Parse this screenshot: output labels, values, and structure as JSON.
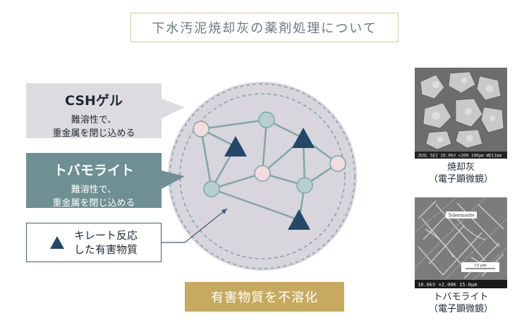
{
  "title": "下水汚泥焼却灰の薬剤処理について",
  "callouts": {
    "csh": {
      "heading": "CSHゲル",
      "line1": "難溶性で、",
      "line2": "重金属を閉じ込める"
    },
    "tobermorite": {
      "heading": "トバモライト",
      "line1": "難溶性で、",
      "line2": "重金属を閉じ込める"
    },
    "chelate": {
      "line1": "キレート反応",
      "line2": "した有害物質"
    }
  },
  "banner": "有害物質を不溶化",
  "photos": [
    {
      "caption_line1": "焼却灰",
      "caption_line2": "（電子顕微鏡）",
      "overlay": "JEOL SEI  20.0kV  ×200  100μm  WD11mm"
    },
    {
      "caption_line1": "トバモライト",
      "caption_line2": "（電子顕微鏡）",
      "label": "Tobermorite",
      "scale": "15 μm",
      "overlay": "10.0kV  ×2.00K  15.0μm"
    }
  ],
  "colors": {
    "circle_fill": "#d8d5dc",
    "network_line": "#7fa6a8",
    "node_pink": "#f2dcdd",
    "node_teal": "#b6cfcf",
    "triangle": "#22486a",
    "banner": "#c7aa5f",
    "title_border": "#d8c79a"
  }
}
